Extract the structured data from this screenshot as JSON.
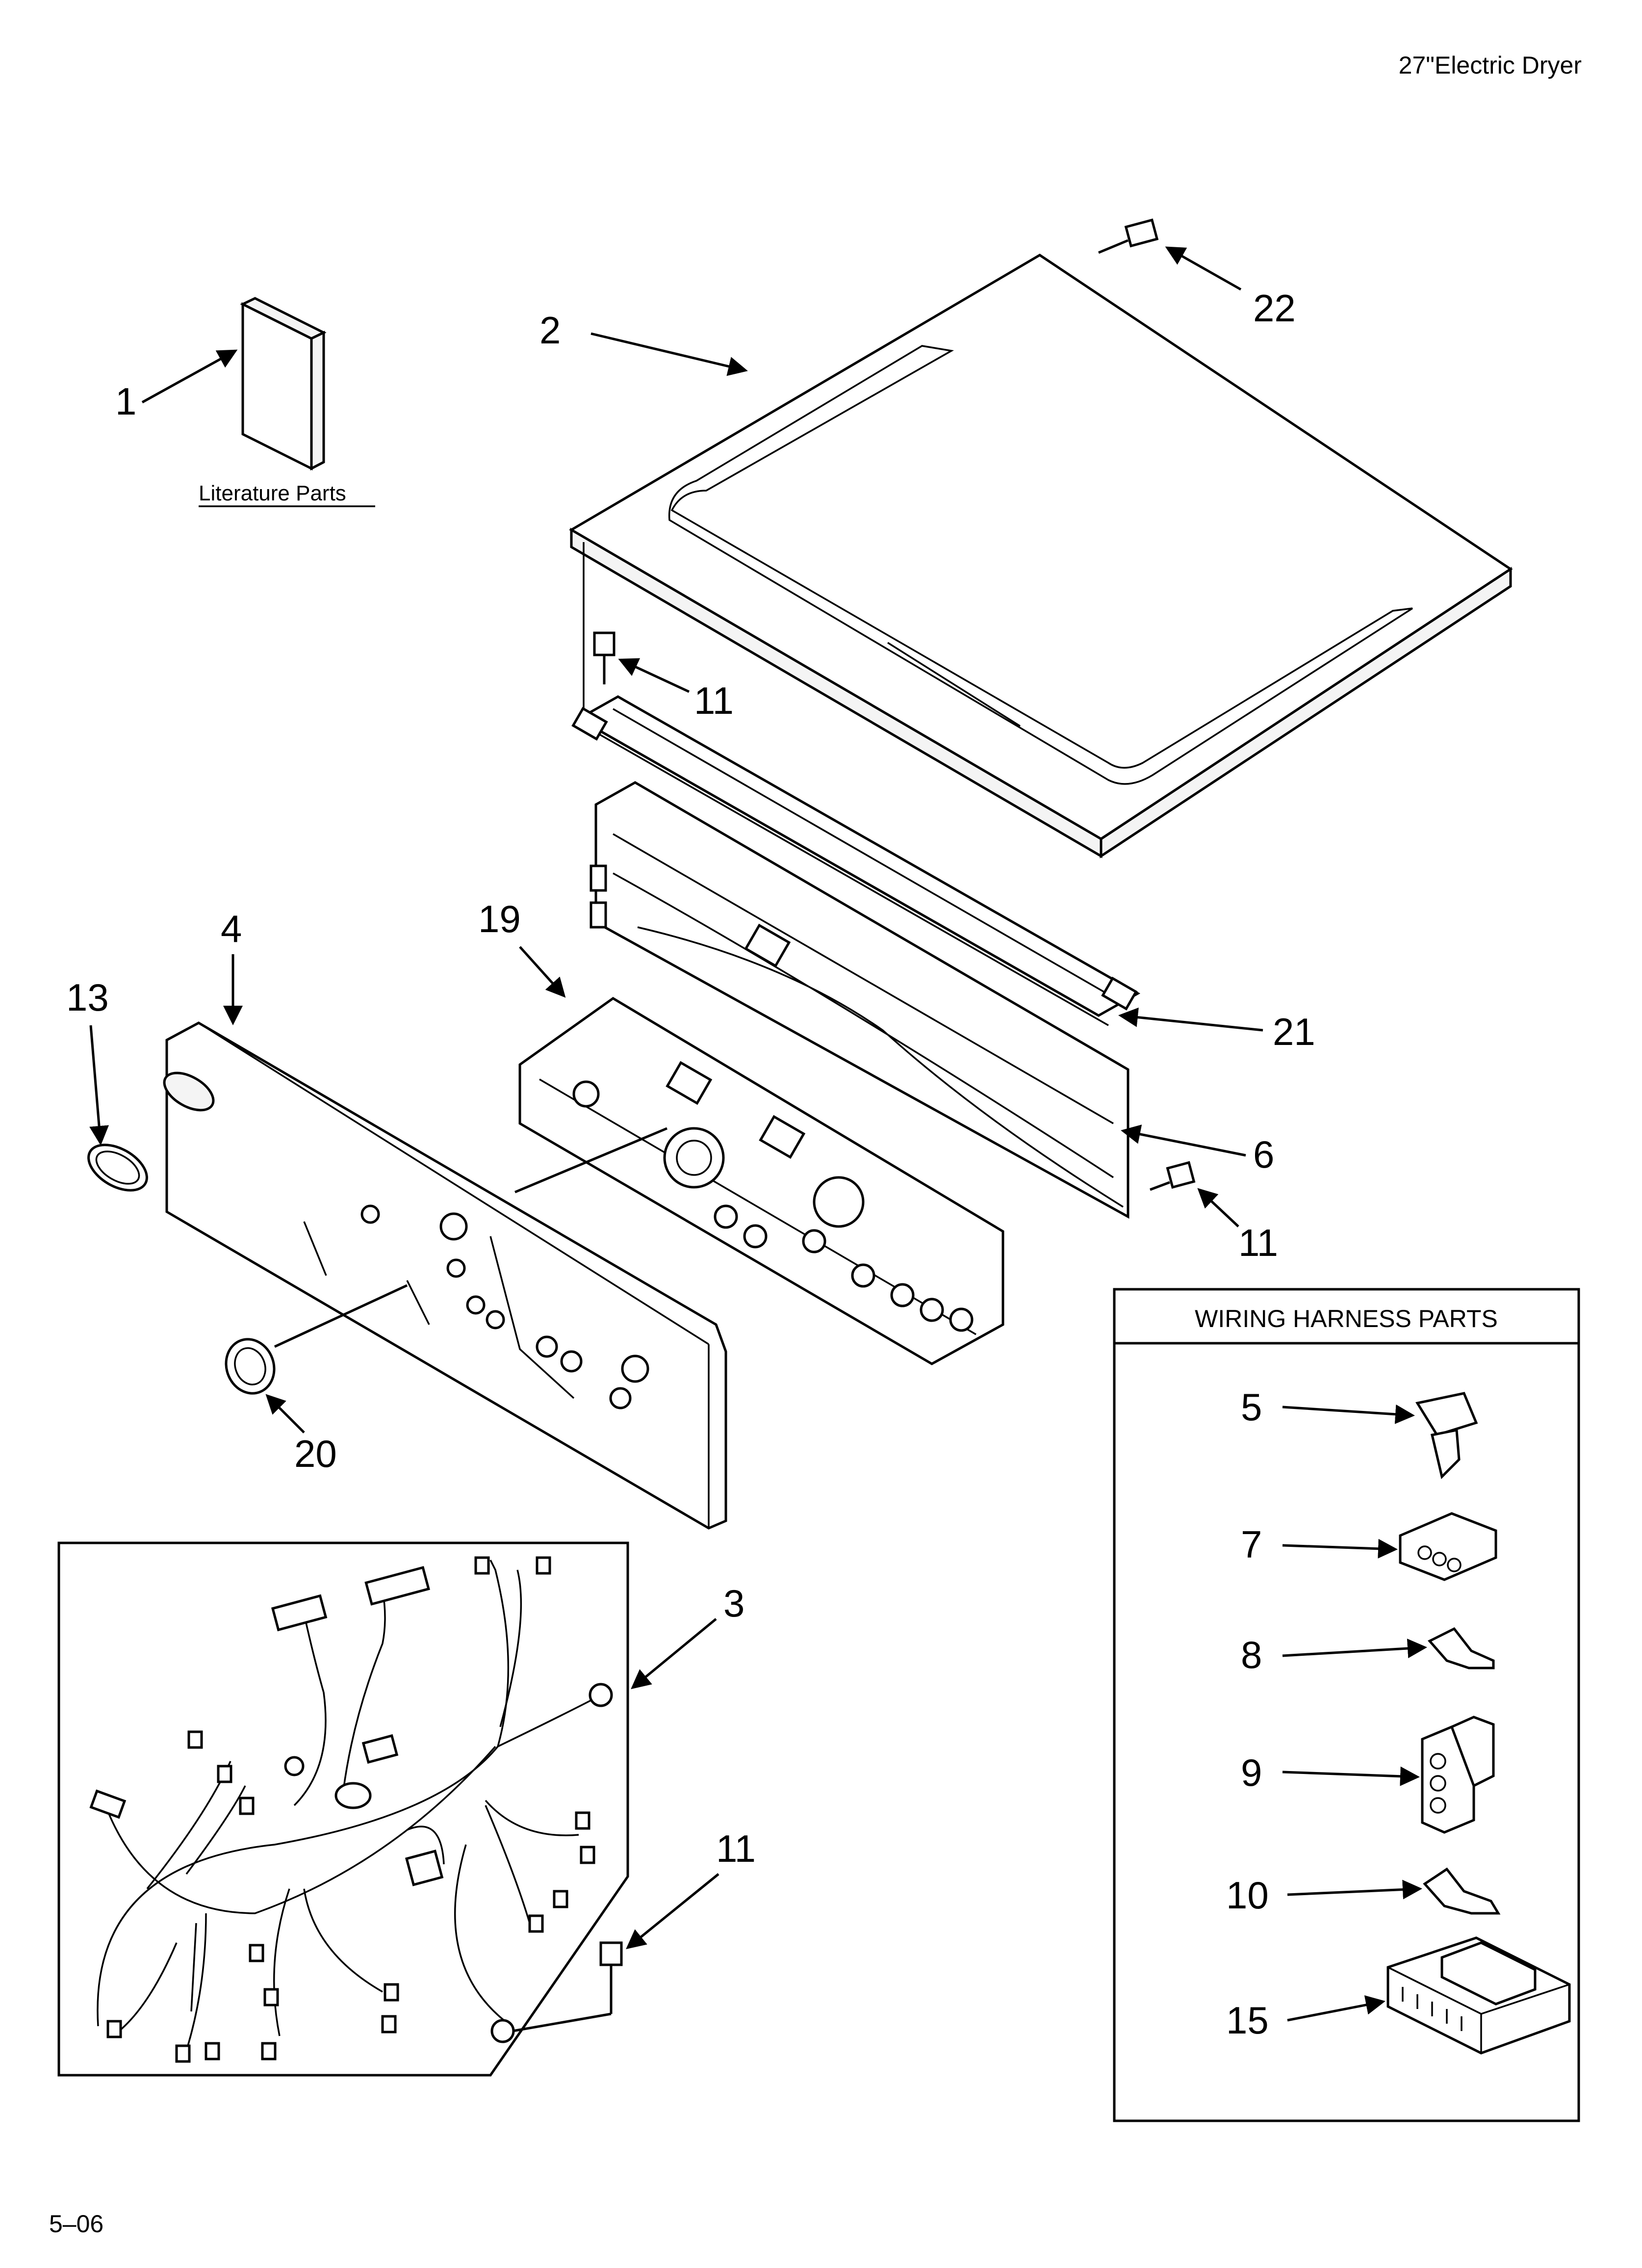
{
  "header": {
    "title": "27\"Electric Dryer"
  },
  "footer": {
    "page_code": "5–06"
  },
  "literature": {
    "label": "Literature Parts"
  },
  "wiring_box": {
    "title": "WIRING HARNESS PARTS"
  },
  "callouts": {
    "c1": "1",
    "c2": "2",
    "c3": "3",
    "c4": "4",
    "c5": "5",
    "c6": "6",
    "c7": "7",
    "c8": "8",
    "c9": "9",
    "c10": "10",
    "c11a": "11",
    "c11b": "11",
    "c11c": "11",
    "c13": "13",
    "c15": "15",
    "c19": "19",
    "c20": "20",
    "c21": "21",
    "c22": "22"
  },
  "colors": {
    "ink": "#000000",
    "paper": "#ffffff"
  }
}
